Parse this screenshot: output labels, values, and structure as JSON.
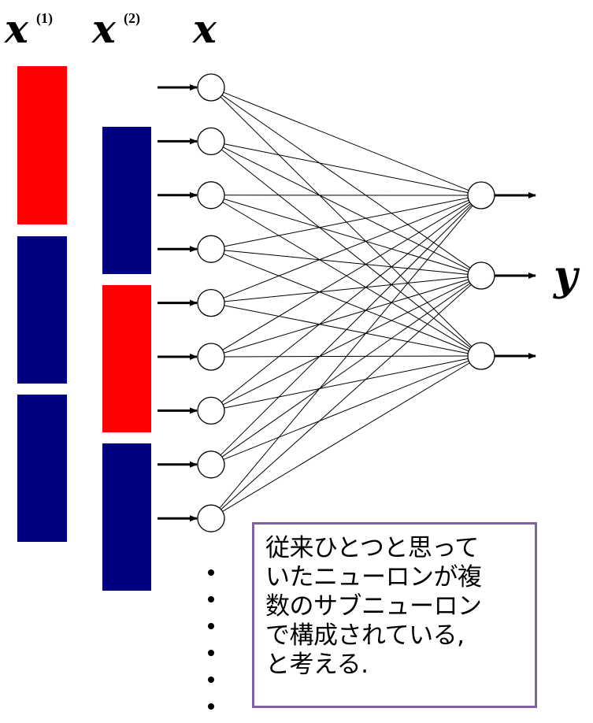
{
  "labels": {
    "x1_base": "x",
    "x1_sup": "(1)",
    "x2_base": "x",
    "x2_sup": "(2)",
    "x_base": "x",
    "y_label": "y"
  },
  "colors": {
    "segment_red": "#FF0000",
    "segment_blue": "#000080",
    "note_border": "#8064A2"
  },
  "x1_segments": [
    "red",
    "blue",
    "blue"
  ],
  "x2_segments": [
    "blue",
    "red",
    "blue"
  ],
  "network": {
    "input_nodes": 9,
    "output_nodes": 3,
    "continuation_dots": 6,
    "connectivity": "fully-connected"
  },
  "note": {
    "lines": [
      "従来ひとつと思って",
      "いたニューロンが複",
      "数のサブニューロン",
      "で構成されている,",
      "と考える."
    ]
  }
}
